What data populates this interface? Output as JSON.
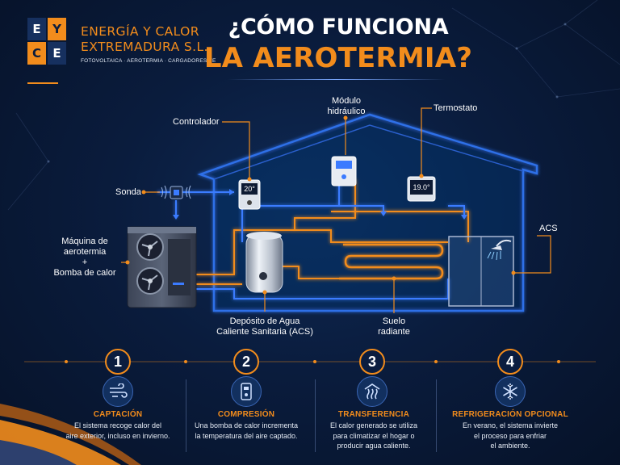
{
  "logo": {
    "letters": [
      "E",
      "Y",
      "C",
      "E"
    ],
    "company_line1": "ENERGÍA Y CALOR",
    "company_line2": "EXTREMADURA S.L.",
    "tagline": "FOTOVOLTAICA · AEROTERMIA · CARGADORES VE"
  },
  "title": {
    "line1": "¿CÓMO FUNCIONA",
    "line2": "LA AEROTERMIA?"
  },
  "diagram": {
    "labels": {
      "controlador": "Controlador",
      "modulo_line1": "Módulo",
      "modulo_line2": "hidráulico",
      "termostato": "Termostato",
      "sonda": "Sonda",
      "maquina_line1": "Máquina de",
      "maquina_line2": "aerotermia",
      "maquina_line3": "+",
      "maquina_line4": "Bomba de calor",
      "acs": "ACS",
      "deposito_line1": "Depósito de Agua",
      "deposito_line2": "Caliente Sanitaria (ACS)",
      "suelo_line1": "Suelo",
      "suelo_line2": "radiante"
    },
    "displays": {
      "controller_temp": "20°",
      "thermostat_temp": "19.0°"
    }
  },
  "steps": [
    {
      "number": "1",
      "icon": "wind-icon",
      "title": "CAPTACIÓN",
      "desc_lines": [
        "El sistema recoge calor del",
        "aire exterior, incluso en invierno."
      ]
    },
    {
      "number": "2",
      "icon": "heat-pump-icon",
      "title": "COMPRESIÓN",
      "desc_lines": [
        "Una bomba de calor incrementa",
        "la temperatura del aire captado."
      ]
    },
    {
      "number": "3",
      "icon": "heat-waves-icon",
      "title": "TRANSFERENCIA",
      "desc_lines": [
        "El calor generado se utiliza",
        "para climatizar el hogar o",
        "producir agua caliente."
      ]
    },
    {
      "number": "4",
      "icon": "snowflake-icon",
      "title": "REFRIGERACIÓN OPCIONAL",
      "desc_lines": [
        "En verano, el sistema invierte",
        "el proceso para enfriar",
        "el ambiente."
      ]
    }
  ],
  "colors": {
    "accent": "#f28c1c",
    "background": "#0a1c3d",
    "line_blue": "#3b7bff"
  }
}
